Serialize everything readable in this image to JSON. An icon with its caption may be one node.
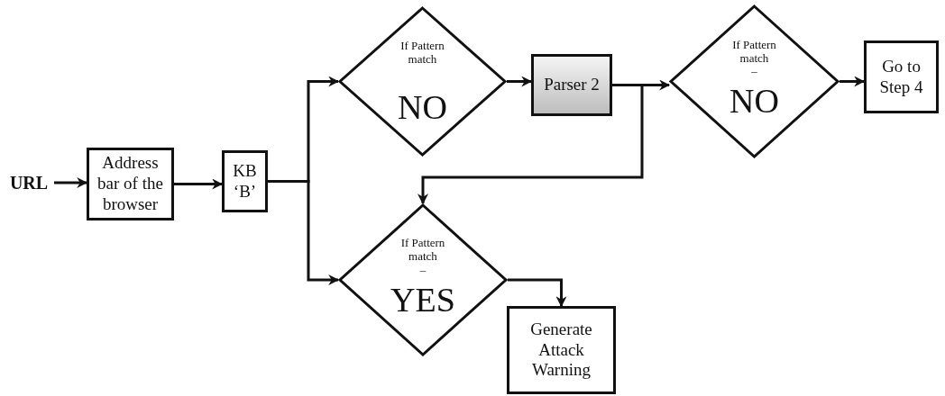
{
  "diagram": {
    "nodes": [
      {
        "text": [
          "URL"
        ]
      },
      {
        "text": [
          "Address bar of the browser"
        ]
      },
      {
        "text": [
          "KB ‘B’"
        ]
      },
      {
        "text": [
          "If Pattern match",
          "NO"
        ]
      },
      {
        "text": [
          "Parser 2"
        ]
      },
      {
        "text": [
          "If Pattern match",
          "–",
          "NO"
        ]
      },
      {
        "text": [
          "Go to Step 4"
        ]
      },
      {
        "text": [
          "If Pattern match",
          "–",
          "YES"
        ]
      },
      {
        "text": [
          "Generate Attack Warning"
        ]
      }
    ],
    "edges": [
      {
        "from": 0,
        "to": 1,
        "arrow": "to"
      },
      {
        "from": 1,
        "to": 2,
        "arrow": "to"
      },
      {
        "from": 2,
        "to": 3,
        "arrow": "to"
      },
      {
        "from": 2,
        "to": 7,
        "arrow": "to"
      },
      {
        "from": 3,
        "to": 4,
        "arrow": "to"
      },
      {
        "from": 4,
        "to": 5,
        "arrow": "to"
      },
      {
        "from": 4,
        "to": 7,
        "arrow": "to"
      },
      {
        "from": 5,
        "to": 6,
        "arrow": "to"
      },
      {
        "from": 7,
        "to": 8,
        "arrow": "to"
      }
    ]
  }
}
